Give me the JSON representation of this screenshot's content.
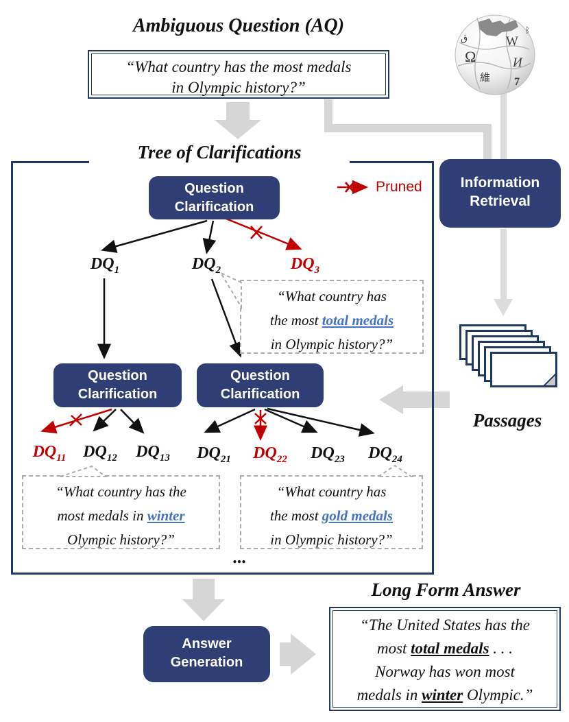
{
  "titles": {
    "ambiguous_question": "Ambiguous Question (AQ)",
    "tree_of_clarifications": "Tree of Clarifications",
    "passages": "Passages",
    "long_form_answer": "Long Form Answer",
    "pruned": "Pruned",
    "ellipsis": "..."
  },
  "boxes": {
    "question_clarification": {
      "line1": "Question",
      "line2": "Clarification"
    },
    "information_retrieval": {
      "line1": "Information",
      "line2": "Retrieval"
    },
    "answer_generation": {
      "line1": "Answer",
      "line2": "Generation"
    }
  },
  "aq_box": {
    "l1": "“What country has the most medals",
    "l2": "in Olympic history?”"
  },
  "nodes": {
    "dq1": {
      "base": "DQ",
      "sub": "1"
    },
    "dq2": {
      "base": "DQ",
      "sub": "2"
    },
    "dq3": {
      "base": "DQ",
      "sub": "3"
    },
    "dq11": {
      "base": "DQ",
      "sub": "11"
    },
    "dq12": {
      "base": "DQ",
      "sub": "12"
    },
    "dq13": {
      "base": "DQ",
      "sub": "13"
    },
    "dq21": {
      "base": "DQ",
      "sub": "21"
    },
    "dq22": {
      "base": "DQ",
      "sub": "22"
    },
    "dq23": {
      "base": "DQ",
      "sub": "23"
    },
    "dq24": {
      "base": "DQ",
      "sub": "24"
    }
  },
  "bubbles": {
    "total": {
      "l1": "“What  country has",
      "l2a": "the most ",
      "l2b": "total medals",
      "l3": "in Olympic history?”"
    },
    "winter": {
      "l1": "“What country has the",
      "l2a": "most  medals in ",
      "l2b": "winter",
      "l3": "Olympic history?”"
    },
    "gold": {
      "l1": "“What country has",
      "l2a": "the most ",
      "l2b": "gold medals",
      "l3": "in Olympic history?”"
    }
  },
  "lfa_box": {
    "l1": "“The United States has the",
    "l2a": "most ",
    "l2b": "total medals",
    "l2c": " . . .",
    "l3": "Norway has won most",
    "l4a": "medals  in ",
    "l4b": "winter",
    "l4c": " Olympic.”"
  },
  "colors": {
    "navy_fill": "#2F3E74",
    "navy_border": "#203864",
    "pruned_red": "#C00000",
    "highlight_blue": "#4472C4",
    "arrow_gray": "#D6D6D6"
  }
}
